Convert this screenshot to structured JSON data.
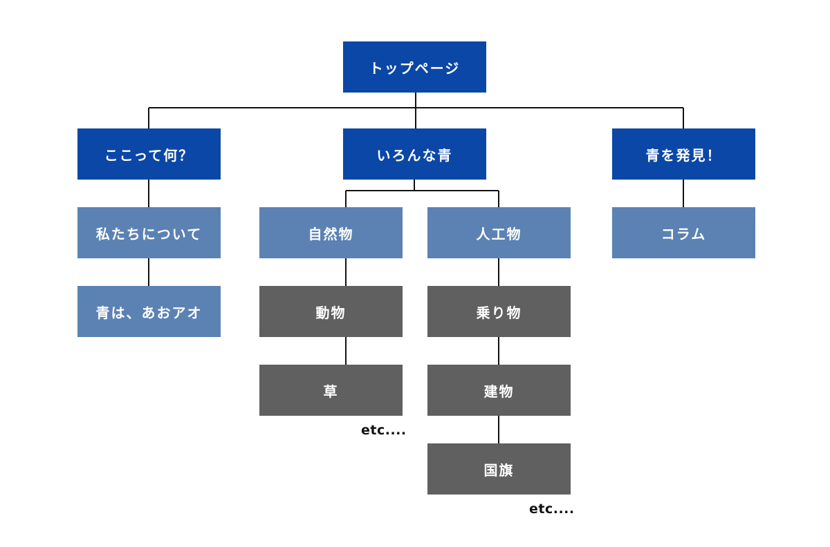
{
  "sitemap": {
    "root": {
      "label": "トップページ"
    },
    "sections": [
      {
        "label": "ここって何？",
        "children": [
          {
            "label": "私たちについて"
          },
          {
            "label": "青は、あおアオ"
          }
        ]
      },
      {
        "label": "いろんな青",
        "groups": [
          {
            "label": "自然物",
            "items": [
              {
                "label": "動物"
              },
              {
                "label": "草"
              }
            ],
            "more": "etc...."
          },
          {
            "label": "人工物",
            "items": [
              {
                "label": "乗り物"
              },
              {
                "label": "建物"
              },
              {
                "label": "国旗"
              }
            ],
            "more": "etc...."
          }
        ]
      },
      {
        "label": "青を発見！",
        "children": [
          {
            "label": "コラム"
          }
        ]
      }
    ]
  },
  "colors": {
    "top_level": "#0b47a6",
    "second_level": "#5b82b3",
    "leaf_level": "#606060",
    "connector": "#111111"
  }
}
